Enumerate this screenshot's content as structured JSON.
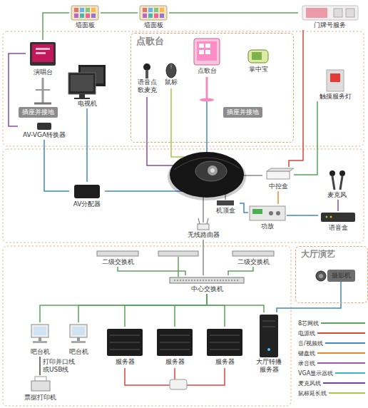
{
  "diagram": {
    "nodes": [
      {
        "text": [
          "墙面板"
        ]
      },
      {
        "text": [
          "墙面板"
        ]
      },
      {
        "text": [
          "门牌号服务"
        ]
      },
      {
        "text": [
          "演唱台"
        ]
      },
      {
        "text": [
          "电视机"
        ]
      },
      {
        "text": [
          "插座并接地"
        ]
      },
      {
        "text": [
          "AV-VGA转换器"
        ]
      },
      {
        "text": [
          "点歌台"
        ]
      },
      {
        "text": [
          "语音点歌麦克"
        ],
        "in": 7
      },
      {
        "text": [
          "鼠标"
        ],
        "in": 7
      },
      {
        "text": [
          "点歌台"
        ],
        "in": 7
      },
      {
        "text": [
          "掌中宝"
        ],
        "in": 7
      },
      {
        "text": [
          "插座并接地"
        ],
        "in": 7
      },
      {
        "text": [
          "触摸服务灯"
        ]
      },
      {
        "text": [
          "AV分配器"
        ]
      },
      {
        "text": [
          "中控盒"
        ]
      },
      {
        "text": [
          "麦克风"
        ]
      },
      {
        "text": [
          "机顶盒"
        ]
      },
      {
        "text": [
          "功放"
        ]
      },
      {
        "text": [
          "语音盒"
        ]
      },
      {
        "text": [
          "无线路由器"
        ]
      },
      {
        "text": [
          "二级交换机"
        ]
      },
      {
        "text": [
          "二级交换机"
        ]
      },
      {
        "text": [
          "中心交换机"
        ]
      },
      {
        "text": [
          "吧台机"
        ]
      },
      {
        "text": [
          "吧台机"
        ]
      },
      {
        "text": [
          "票据打印机"
        ]
      },
      {
        "text": [
          "服务器"
        ]
      },
      {
        "text": [
          "服务器"
        ]
      },
      {
        "text": [
          "服务器"
        ]
      },
      {
        "text": [
          "大厅转播服务器"
        ]
      },
      {
        "text": [
          "大厅演艺"
        ]
      },
      {
        "text": [
          "摄影机"
        ],
        "in": 31
      }
    ],
    "edges": [
      {
        "from": 3,
        "to": 0,
        "arrow": "none"
      },
      {
        "from": 0,
        "to": 1,
        "arrow": "none"
      },
      {
        "from": 1,
        "to": 2,
        "arrow": "none"
      },
      {
        "from": 15,
        "to": 2,
        "arrow": "none"
      },
      {
        "from": 13,
        "to": 15,
        "arrow": "none"
      },
      {
        "from": 3,
        "to": 6,
        "arrow": "none"
      },
      {
        "from": 6,
        "to": 14,
        "arrow": "none"
      },
      {
        "from": 4,
        "to": 14,
        "arrow": "none"
      },
      {
        "from": 16,
        "to": 19,
        "arrow": "none"
      },
      {
        "from": 19,
        "to": 18,
        "arrow": "none"
      },
      {
        "from": 15,
        "to": 18,
        "arrow": "none"
      },
      {
        "from": 17,
        "to": 18,
        "arrow": "none"
      },
      {
        "from": 20,
        "to": 23,
        "arrow": "none"
      },
      {
        "from": 21,
        "to": 23,
        "arrow": "none"
      },
      {
        "from": 22,
        "to": 23,
        "arrow": "none"
      },
      {
        "from": 23,
        "to": 24,
        "arrow": "none"
      },
      {
        "from": 23,
        "to": 25,
        "arrow": "none"
      },
      {
        "from": 23,
        "to": 27,
        "arrow": "none"
      },
      {
        "from": 23,
        "to": 28,
        "arrow": "none"
      },
      {
        "from": 23,
        "to": 29,
        "arrow": "none"
      },
      {
        "from": 23,
        "to": 30,
        "arrow": "none"
      },
      {
        "from": 24,
        "to": 26,
        "label": "打印并口线或USB线",
        "arrow": "none"
      },
      {
        "from": 30,
        "to": 32,
        "arrow": "none"
      }
    ],
    "legend": [
      {
        "text": "8芯网线"
      },
      {
        "text": "电源线"
      },
      {
        "text": "音/视频线"
      },
      {
        "text": "键盘线"
      },
      {
        "text": "录音线"
      },
      {
        "text": "VGA显示器线"
      },
      {
        "text": "麦克风线"
      },
      {
        "text": "鼠标延长线"
      }
    ]
  }
}
